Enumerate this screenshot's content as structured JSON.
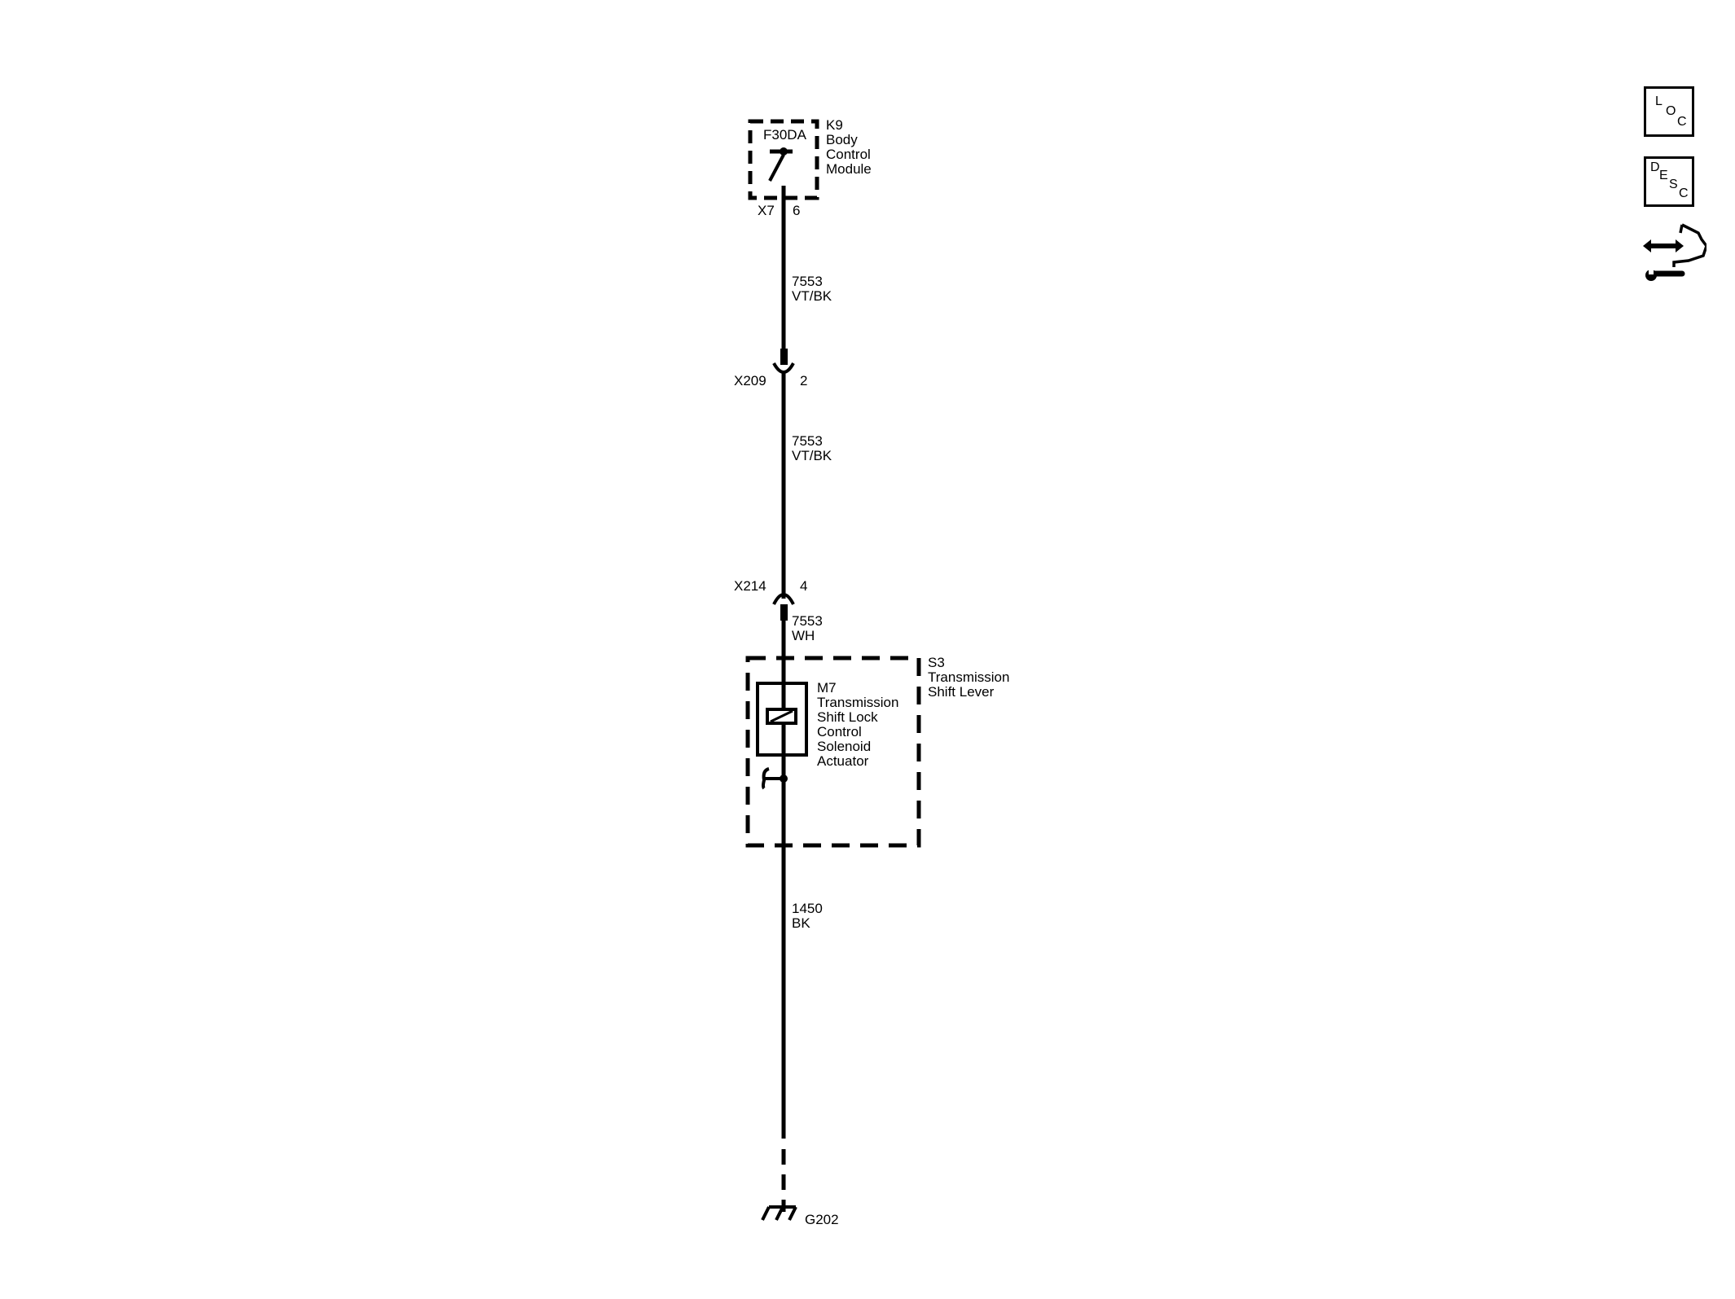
{
  "diagram": {
    "wire_color": "#000000",
    "module_k9": {
      "id": "K9",
      "name_lines": [
        "Body",
        "Control",
        "Module"
      ],
      "internal_label": "F30DA",
      "connector": "X7",
      "pin": "6"
    },
    "wire_segments": [
      {
        "circuit": "7553",
        "color_code": "VT/BK"
      },
      {
        "circuit": "7553",
        "color_code": "VT/BK"
      },
      {
        "circuit": "7553",
        "color_code": "WH"
      },
      {
        "circuit": "1450",
        "color_code": "BK"
      }
    ],
    "connectors": [
      {
        "id": "X209",
        "pin": "2"
      },
      {
        "id": "X214",
        "pin": "4"
      }
    ],
    "assembly_s3": {
      "id": "S3",
      "name_lines": [
        "Transmission",
        "Shift Lever"
      ]
    },
    "component_m7": {
      "id": "M7",
      "name_lines": [
        "Transmission",
        "Shift Lock",
        "Control",
        "Solenoid",
        "Actuator"
      ]
    },
    "ground": {
      "id": "G202"
    }
  },
  "side_icons": {
    "loc": {
      "letters": [
        "L",
        "O",
        "C"
      ]
    },
    "desc": {
      "letters": [
        "D",
        "E",
        "S",
        "C"
      ]
    },
    "service_icon": "connector-service-icon"
  }
}
